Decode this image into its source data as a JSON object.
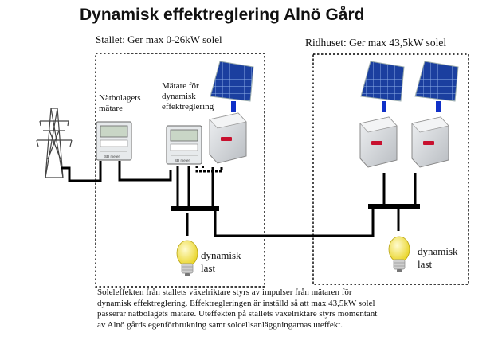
{
  "title": "Dynamisk effektreglering Alnö Gård",
  "stallet_label": "Stallet: Ger max 0-26kW solel",
  "ridhuset_label": "Ridhuset: Ger max 43,5kW solel",
  "natbolag_label": [
    "Nätbolagets",
    "mätare"
  ],
  "matare_label": [
    "Mätare för",
    "dynamisk",
    "effektreglering"
  ],
  "meter_caption": "SD meter",
  "last_labels": [
    [
      "dynamisk",
      "last"
    ],
    [
      "dynamisk",
      "last"
    ]
  ],
  "description": [
    "Soleleffekten från stallets växelriktare styrs av impulser från mätaren för",
    "dynamisk effektreglering. Effektregleringen är inställd så att max 43,5kW solel",
    "passerar nätbolagets mätare. Uteffekten på stallets växelriktare styrs momentant",
    "av Alnö gårds egenförbrukning samt solcellsanläggningarnas uteffekt."
  ],
  "colors": {
    "wire": "#000000",
    "panel": "#1a3f9e",
    "panel_mount": "#1030c8",
    "inverter": "#d4d7da",
    "inverter_logo": "#c8102e",
    "bulb": "#f2e23c",
    "meter": "#e9ecee"
  }
}
